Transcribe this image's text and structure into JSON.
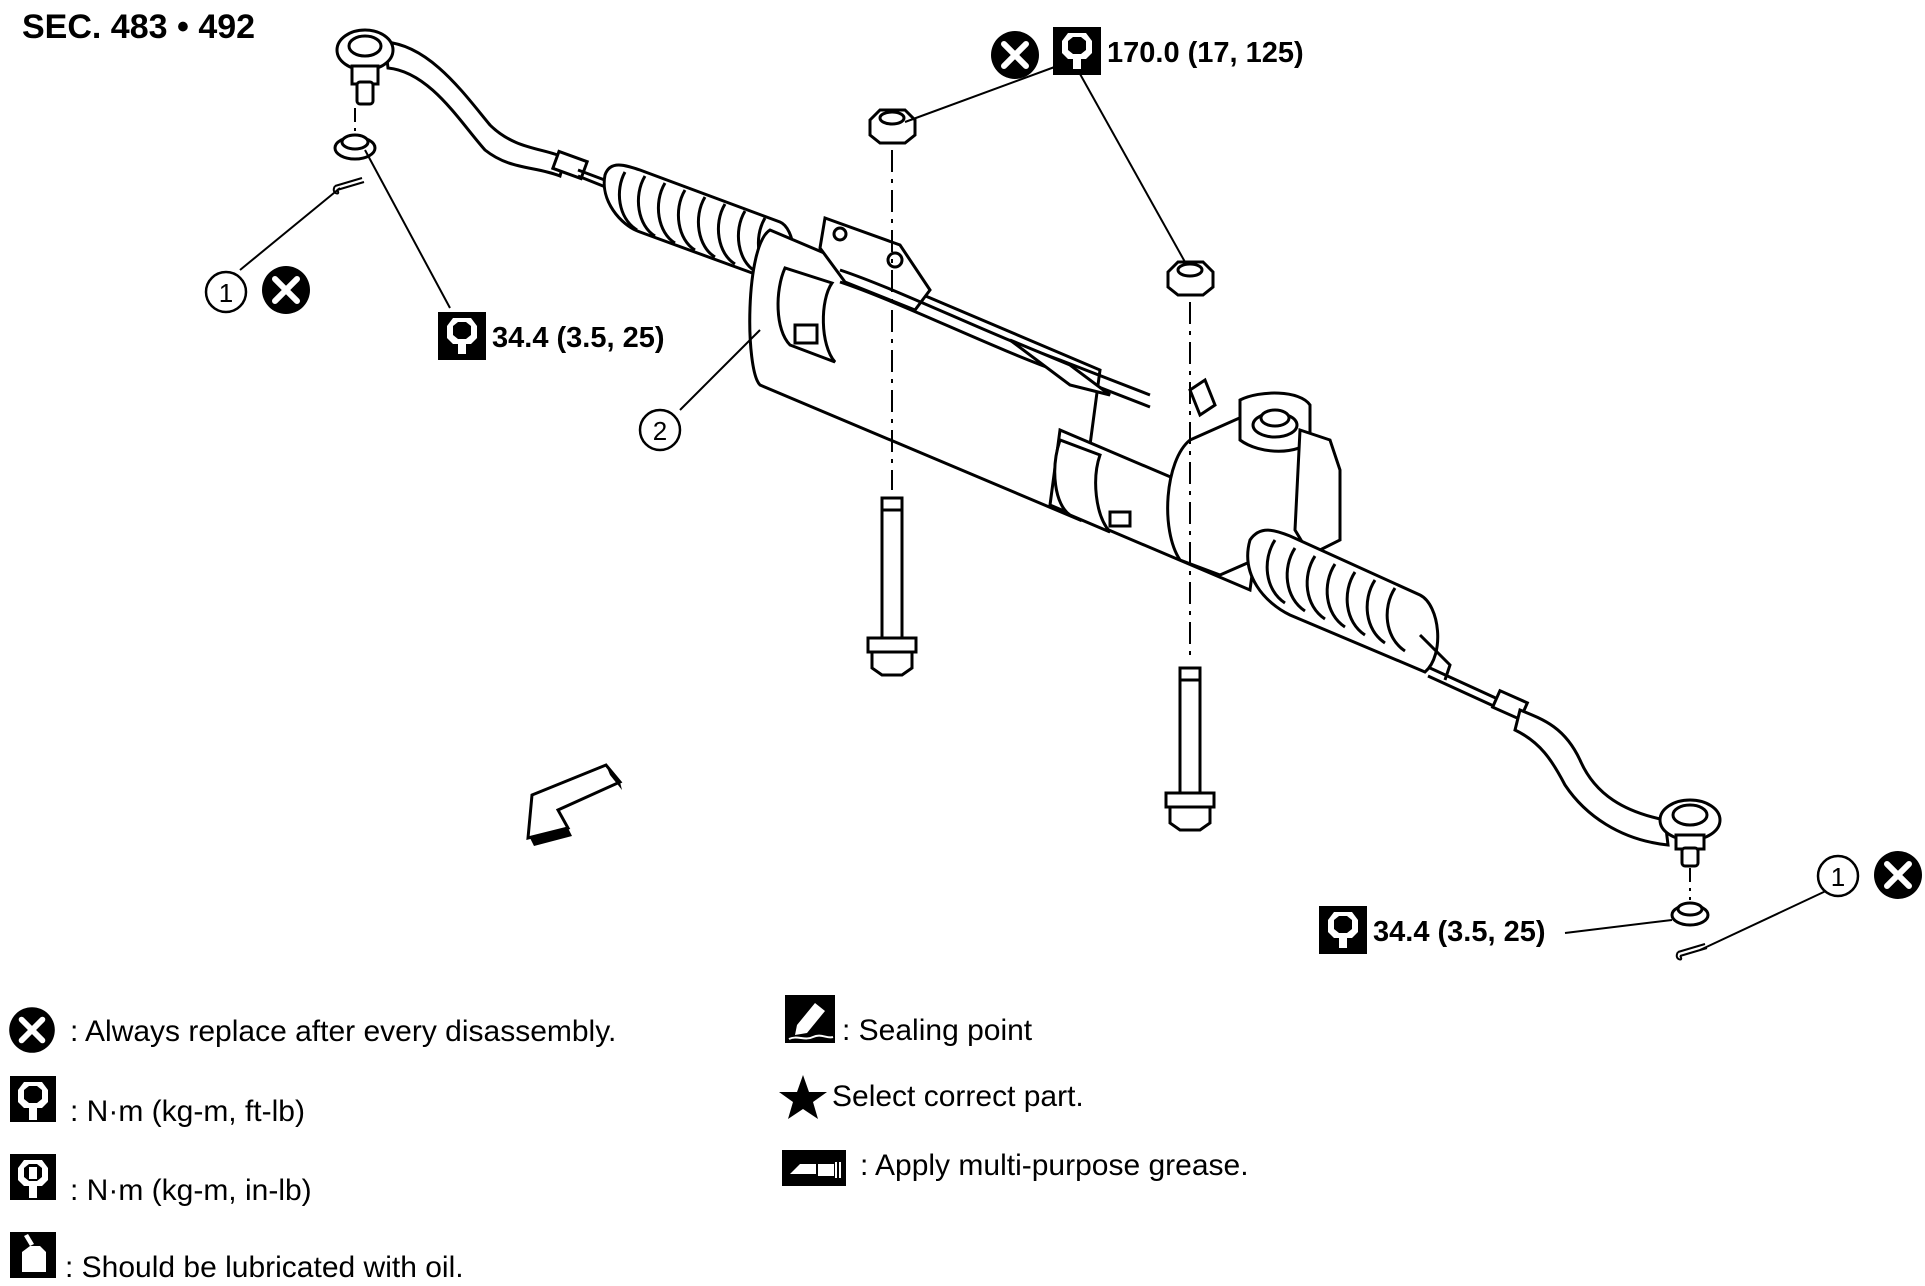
{
  "section_label": "SEC. 483 • 492",
  "callouts": {
    "top_nut_torque": "170.0 (17, 125)",
    "left_nut_torque": "34.4 (3.5, 25)",
    "right_nut_torque": "34.4 (3.5, 25)",
    "part_1_left": "1",
    "part_1_right": "1",
    "part_2": "2"
  },
  "legend": {
    "replace": ": Always replace after every disassembly.",
    "torque_ftlb": ": N·m (kg-m, ft-lb)",
    "torque_inlb": ": N·m (kg-m, in-lb)",
    "lubricate_oil": ": Should be lubricated with oil.",
    "sealing_point": ": Sealing point",
    "select_part": "Select correct part.",
    "grease": ": Apply multi-purpose grease."
  },
  "icons": {
    "replace": "x-circle-icon",
    "torque": "wrench-socket-icon",
    "torque_filled": "wrench-socket-filled-icon",
    "oil": "oil-can-icon",
    "sealing": "sealant-tube-icon",
    "star": "star-icon",
    "grease": "grease-gun-icon",
    "front": "front-direction-arrow-icon"
  }
}
